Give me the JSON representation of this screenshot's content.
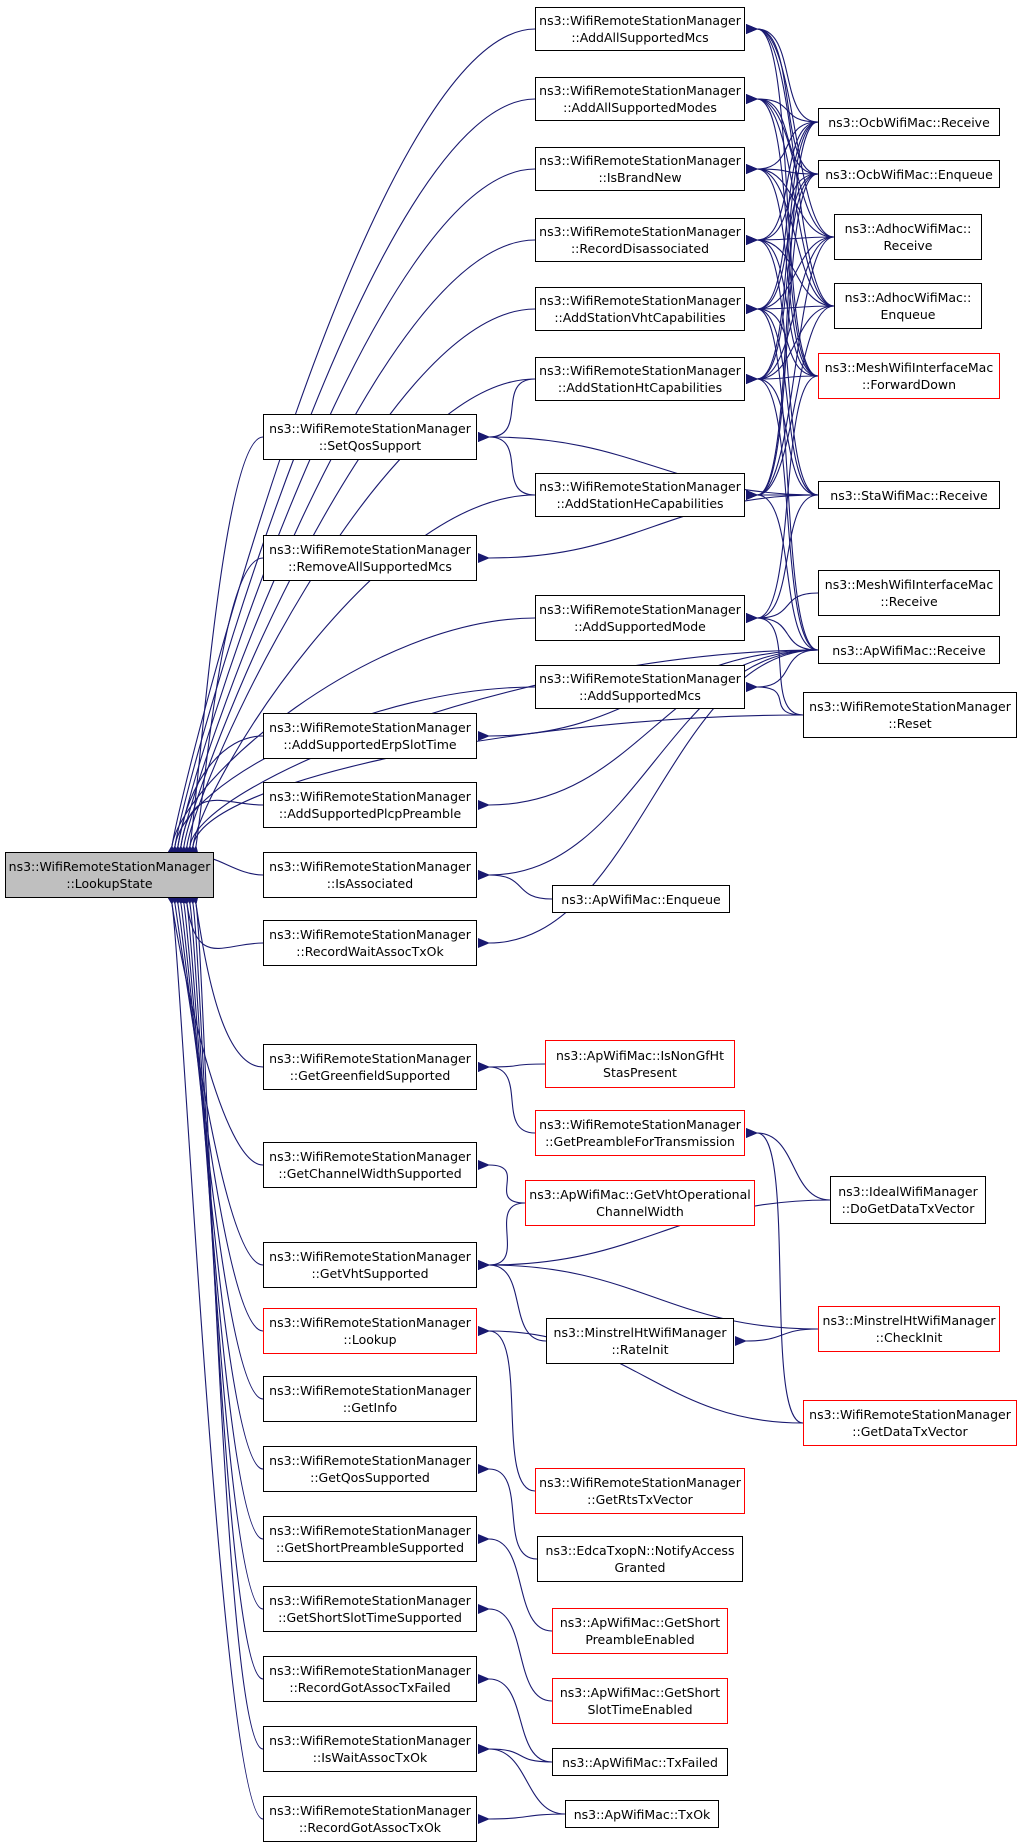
{
  "graph": {
    "edge_color": "#191970",
    "root_fill": "#bfbfbf",
    "highlight_border": "#ff0000",
    "nodes": [
      {
        "id": "root",
        "lines": [
          "ns3::WifiRemoteStationManager",
          "::LookupState"
        ],
        "style": "root"
      },
      {
        "id": "a1",
        "lines": [
          "ns3::WifiRemoteStationManager",
          "::AddAllSupportedMcs"
        ]
      },
      {
        "id": "a2",
        "lines": [
          "ns3::WifiRemoteStationManager",
          "::AddAllSupportedModes"
        ]
      },
      {
        "id": "a3",
        "lines": [
          "ns3::WifiRemoteStationManager",
          "::IsBrandNew"
        ]
      },
      {
        "id": "a4",
        "lines": [
          "ns3::WifiRemoteStationManager",
          "::RecordDisassociated"
        ]
      },
      {
        "id": "a5",
        "lines": [
          "ns3::WifiRemoteStationManager",
          "::AddStationVhtCapabilities"
        ]
      },
      {
        "id": "a6",
        "lines": [
          "ns3::WifiRemoteStationManager",
          "::AddStationHtCapabilities"
        ]
      },
      {
        "id": "b1",
        "lines": [
          "ns3::WifiRemoteStationManager",
          "::SetQosSupport"
        ]
      },
      {
        "id": "a7",
        "lines": [
          "ns3::WifiRemoteStationManager",
          "::AddStationHeCapabilities"
        ]
      },
      {
        "id": "b2",
        "lines": [
          "ns3::WifiRemoteStationManager",
          "::RemoveAllSupportedMcs"
        ]
      },
      {
        "id": "a8",
        "lines": [
          "ns3::WifiRemoteStationManager",
          "::AddSupportedMode"
        ]
      },
      {
        "id": "a9",
        "lines": [
          "ns3::WifiRemoteStationManager",
          "::AddSupportedMcs"
        ]
      },
      {
        "id": "b3",
        "lines": [
          "ns3::WifiRemoteStationManager",
          "::AddSupportedErpSlotTime"
        ]
      },
      {
        "id": "b4",
        "lines": [
          "ns3::WifiRemoteStationManager",
          "::AddSupportedPlcpPreamble"
        ]
      },
      {
        "id": "b5",
        "lines": [
          "ns3::WifiRemoteStationManager",
          "::IsAssociated"
        ]
      },
      {
        "id": "b6",
        "lines": [
          "ns3::WifiRemoteStationManager",
          "::RecordWaitAssocTxOk"
        ]
      },
      {
        "id": "b7",
        "lines": [
          "ns3::WifiRemoteStationManager",
          "::GetGreenfieldSupported"
        ]
      },
      {
        "id": "b8",
        "lines": [
          "ns3::WifiRemoteStationManager",
          "::GetChannelWidthSupported"
        ]
      },
      {
        "id": "b9",
        "lines": [
          "ns3::WifiRemoteStationManager",
          "::GetVhtSupported"
        ]
      },
      {
        "id": "b10",
        "lines": [
          "ns3::WifiRemoteStationManager",
          "::Lookup"
        ],
        "style": "red"
      },
      {
        "id": "b11",
        "lines": [
          "ns3::WifiRemoteStationManager",
          "::GetInfo"
        ]
      },
      {
        "id": "b12",
        "lines": [
          "ns3::WifiRemoteStationManager",
          "::GetQosSupported"
        ]
      },
      {
        "id": "b13",
        "lines": [
          "ns3::WifiRemoteStationManager",
          "::GetShortPreambleSupported"
        ]
      },
      {
        "id": "b14",
        "lines": [
          "ns3::WifiRemoteStationManager",
          "::GetShortSlotTimeSupported"
        ]
      },
      {
        "id": "b15",
        "lines": [
          "ns3::WifiRemoteStationManager",
          "::RecordGotAssocTxFailed"
        ]
      },
      {
        "id": "b16",
        "lines": [
          "ns3::WifiRemoteStationManager",
          "::IsWaitAssocTxOk"
        ]
      },
      {
        "id": "b17",
        "lines": [
          "ns3::WifiRemoteStationManager",
          "::RecordGotAssocTxOk"
        ]
      },
      {
        "id": "c1",
        "lines": [
          "ns3::ApWifiMac::Enqueue"
        ]
      },
      {
        "id": "c2",
        "lines": [
          "ns3::ApWifiMac::IsNonGfHt",
          "StasPresent"
        ],
        "style": "red"
      },
      {
        "id": "c3",
        "lines": [
          "ns3::WifiRemoteStationManager",
          "::GetPreambleForTransmission"
        ],
        "style": "red"
      },
      {
        "id": "c4",
        "lines": [
          "ns3::ApWifiMac::GetVhtOperational",
          "ChannelWidth"
        ],
        "style": "red"
      },
      {
        "id": "c5",
        "lines": [
          "ns3::MinstrelHtWifiManager",
          "::RateInit"
        ]
      },
      {
        "id": "c6",
        "lines": [
          "ns3::WifiRemoteStationManager",
          "::GetRtsTxVector"
        ],
        "style": "red"
      },
      {
        "id": "c7",
        "lines": [
          "ns3::EdcaTxopN::NotifyAccess",
          "Granted"
        ]
      },
      {
        "id": "c8",
        "lines": [
          "ns3::ApWifiMac::GetShort",
          "PreambleEnabled"
        ],
        "style": "red"
      },
      {
        "id": "c9",
        "lines": [
          "ns3::ApWifiMac::GetShort",
          "SlotTimeEnabled"
        ],
        "style": "red"
      },
      {
        "id": "c10",
        "lines": [
          "ns3::ApWifiMac::TxFailed"
        ]
      },
      {
        "id": "c11",
        "lines": [
          "ns3::ApWifiMac::TxOk"
        ]
      },
      {
        "id": "r1",
        "lines": [
          "ns3::OcbWifiMac::Receive"
        ]
      },
      {
        "id": "r2",
        "lines": [
          "ns3::OcbWifiMac::Enqueue"
        ]
      },
      {
        "id": "r3",
        "lines": [
          "ns3::AdhocWifiMac::",
          "Receive"
        ]
      },
      {
        "id": "r4",
        "lines": [
          "ns3::AdhocWifiMac::",
          "Enqueue"
        ]
      },
      {
        "id": "r5",
        "lines": [
          "ns3::MeshWifiInterfaceMac",
          "::ForwardDown"
        ],
        "style": "red"
      },
      {
        "id": "r6",
        "lines": [
          "ns3::StaWifiMac::Receive"
        ]
      },
      {
        "id": "r7",
        "lines": [
          "ns3::MeshWifiInterfaceMac",
          "::Receive"
        ]
      },
      {
        "id": "r8",
        "lines": [
          "ns3::ApWifiMac::Receive"
        ]
      },
      {
        "id": "r9",
        "lines": [
          "ns3::WifiRemoteStationManager",
          "::Reset"
        ]
      },
      {
        "id": "r10",
        "lines": [
          "ns3::IdealWifiManager",
          "::DoGetDataTxVector"
        ]
      },
      {
        "id": "r11",
        "lines": [
          "ns3::MinstrelHtWifiManager",
          "::CheckInit"
        ],
        "style": "red"
      },
      {
        "id": "r12",
        "lines": [
          "ns3::WifiRemoteStationManager",
          "::GetDataTxVector"
        ],
        "style": "red"
      }
    ],
    "edges": [
      [
        "root",
        "a1"
      ],
      [
        "root",
        "a2"
      ],
      [
        "root",
        "a3"
      ],
      [
        "root",
        "a4"
      ],
      [
        "root",
        "a5"
      ],
      [
        "root",
        "a6"
      ],
      [
        "root",
        "b1"
      ],
      [
        "root",
        "a7"
      ],
      [
        "root",
        "b2"
      ],
      [
        "root",
        "a8"
      ],
      [
        "root",
        "a9"
      ],
      [
        "root",
        "b3"
      ],
      [
        "root",
        "b4"
      ],
      [
        "root",
        "b5"
      ],
      [
        "root",
        "b6"
      ],
      [
        "root",
        "r8"
      ],
      [
        "root",
        "r9"
      ],
      [
        "root",
        "b7"
      ],
      [
        "root",
        "b8"
      ],
      [
        "root",
        "b9"
      ],
      [
        "root",
        "b10"
      ],
      [
        "root",
        "b11"
      ],
      [
        "root",
        "b12"
      ],
      [
        "root",
        "b13"
      ],
      [
        "root",
        "b14"
      ],
      [
        "root",
        "b15"
      ],
      [
        "root",
        "b16"
      ],
      [
        "root",
        "b17"
      ],
      [
        "a1",
        "r1"
      ],
      [
        "a1",
        "r2"
      ],
      [
        "a1",
        "r3"
      ],
      [
        "a1",
        "r4"
      ],
      [
        "a1",
        "r5"
      ],
      [
        "a2",
        "r1"
      ],
      [
        "a2",
        "r2"
      ],
      [
        "a2",
        "r3"
      ],
      [
        "a2",
        "r4"
      ],
      [
        "a2",
        "r5"
      ],
      [
        "a3",
        "r1"
      ],
      [
        "a3",
        "r2"
      ],
      [
        "a3",
        "r3"
      ],
      [
        "a3",
        "r4"
      ],
      [
        "a3",
        "r5"
      ],
      [
        "a4",
        "r1"
      ],
      [
        "a4",
        "r2"
      ],
      [
        "a4",
        "r3"
      ],
      [
        "a4",
        "r4"
      ],
      [
        "a4",
        "r5"
      ],
      [
        "a4",
        "r6"
      ],
      [
        "a5",
        "r1"
      ],
      [
        "a5",
        "r2"
      ],
      [
        "a5",
        "r3"
      ],
      [
        "a5",
        "r4"
      ],
      [
        "a5",
        "r5"
      ],
      [
        "a5",
        "r6"
      ],
      [
        "a5",
        "r8"
      ],
      [
        "a6",
        "r1"
      ],
      [
        "a6",
        "r2"
      ],
      [
        "a6",
        "r3"
      ],
      [
        "a6",
        "r4"
      ],
      [
        "a6",
        "r5"
      ],
      [
        "a6",
        "r6"
      ],
      [
        "a6",
        "r8"
      ],
      [
        "b1",
        "a6"
      ],
      [
        "b1",
        "a7"
      ],
      [
        "b1",
        "r6"
      ],
      [
        "a7",
        "r1"
      ],
      [
        "a7",
        "r2"
      ],
      [
        "a7",
        "r3"
      ],
      [
        "a7",
        "r4"
      ],
      [
        "a7",
        "r6"
      ],
      [
        "a7",
        "r8"
      ],
      [
        "b2",
        "r6"
      ],
      [
        "a8",
        "r5"
      ],
      [
        "a8",
        "r6"
      ],
      [
        "a8",
        "r7"
      ],
      [
        "a8",
        "r8"
      ],
      [
        "a8",
        "r9"
      ],
      [
        "a9",
        "r8"
      ],
      [
        "a9",
        "r9"
      ],
      [
        "b3",
        "r8"
      ],
      [
        "b4",
        "r8"
      ],
      [
        "b5",
        "r8"
      ],
      [
        "b5",
        "c1"
      ],
      [
        "b6",
        "r8"
      ],
      [
        "b7",
        "c2"
      ],
      [
        "b7",
        "c3"
      ],
      [
        "b8",
        "c4"
      ],
      [
        "b9",
        "c4"
      ],
      [
        "b9",
        "r10"
      ],
      [
        "b9",
        "r11"
      ],
      [
        "b9",
        "c5"
      ],
      [
        "b10",
        "r12"
      ],
      [
        "b10",
        "c6"
      ],
      [
        "b12",
        "c7"
      ],
      [
        "b13",
        "c8"
      ],
      [
        "b14",
        "c9"
      ],
      [
        "b15",
        "c10"
      ],
      [
        "b16",
        "c10"
      ],
      [
        "b16",
        "c11"
      ],
      [
        "b17",
        "c11"
      ],
      [
        "c3",
        "r10"
      ],
      [
        "c3",
        "r12"
      ],
      [
        "c5",
        "r11"
      ]
    ]
  }
}
